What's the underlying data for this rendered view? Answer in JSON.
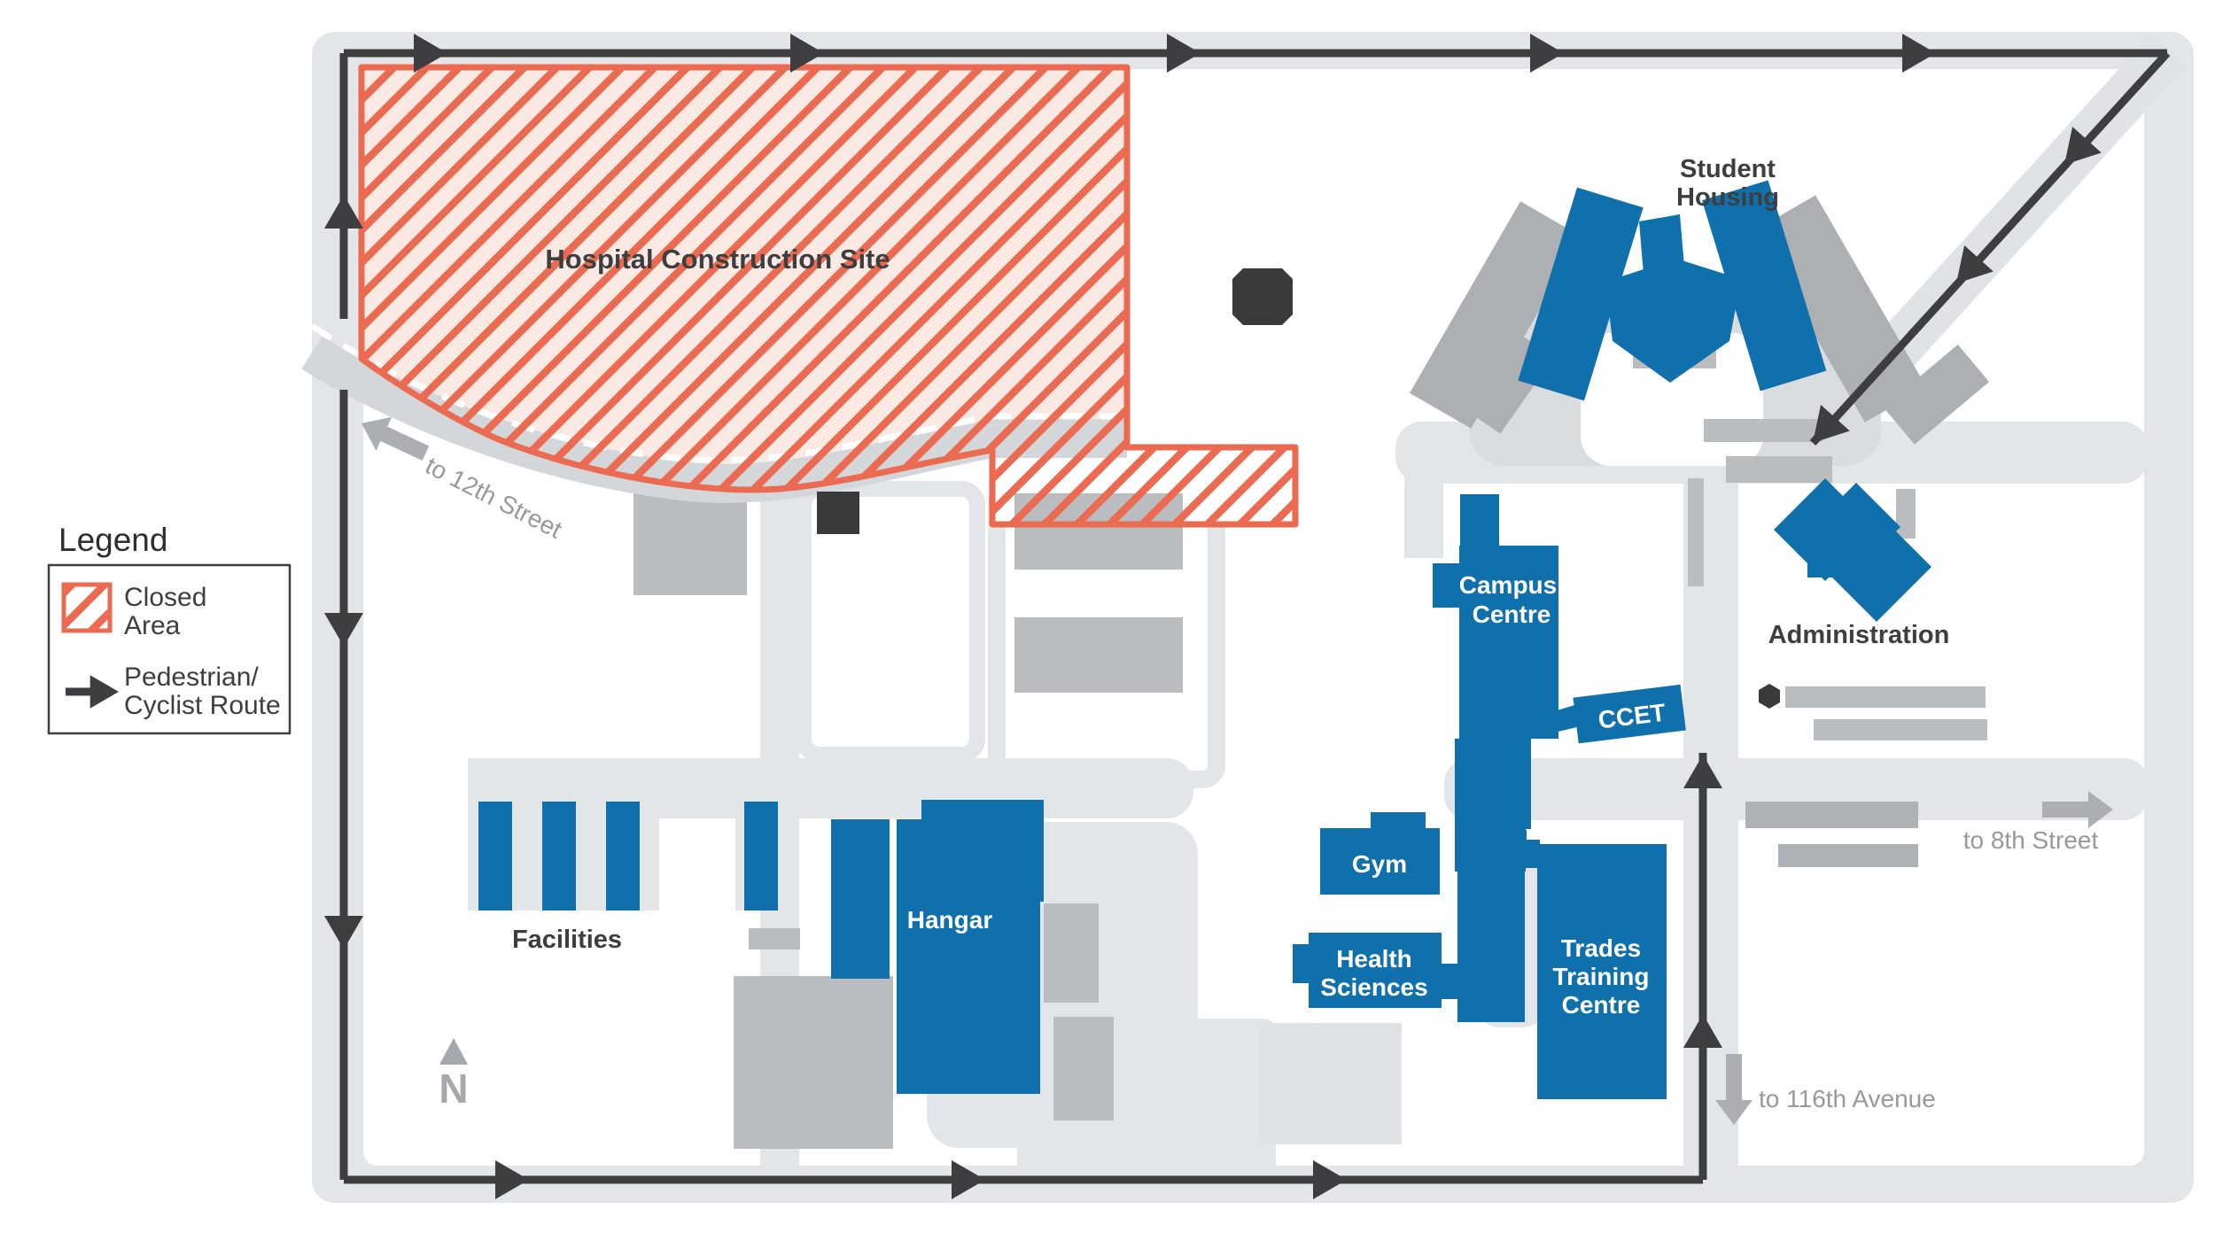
{
  "legend": {
    "title": "Legend",
    "closed_area": {
      "lines": [
        "Closed",
        "Area"
      ]
    },
    "route": {
      "lines": [
        "Pedestrian/",
        "Cyclist Route"
      ]
    }
  },
  "map": {
    "construction_site": {
      "label": "Hospital Construction Site"
    },
    "buildings": {
      "student_housing": {
        "lines": [
          "Student",
          "Housing"
        ]
      },
      "administration": {
        "lines": [
          "Administration"
        ]
      },
      "campus_centre": {
        "lines": [
          "Campus",
          "Centre"
        ]
      },
      "ccet": {
        "lines": [
          "CCET"
        ]
      },
      "gym": {
        "lines": [
          "Gym"
        ]
      },
      "health_sciences": {
        "lines": [
          "Health",
          "Sciences"
        ]
      },
      "trades_training_centre": {
        "lines": [
          "Trades",
          "Training",
          "Centre"
        ]
      },
      "hangar": {
        "lines": [
          "Hangar"
        ]
      },
      "facilities": {
        "lines": [
          "Facilities"
        ]
      }
    },
    "street_labels": {
      "twelfth_street": "to 12th Street",
      "eighth_street": "to 8th Street",
      "avenue_116": "to 116th Avenue"
    },
    "compass": {
      "north": "N"
    }
  },
  "colors": {
    "building_blue": "#1070AC",
    "closed_area_red": "#EA6B52",
    "route_dark": "#3E3E40",
    "road_gray": "#E2E6E8",
    "building_gray": "#B9BDBF",
    "label_gray": "#97999B"
  }
}
